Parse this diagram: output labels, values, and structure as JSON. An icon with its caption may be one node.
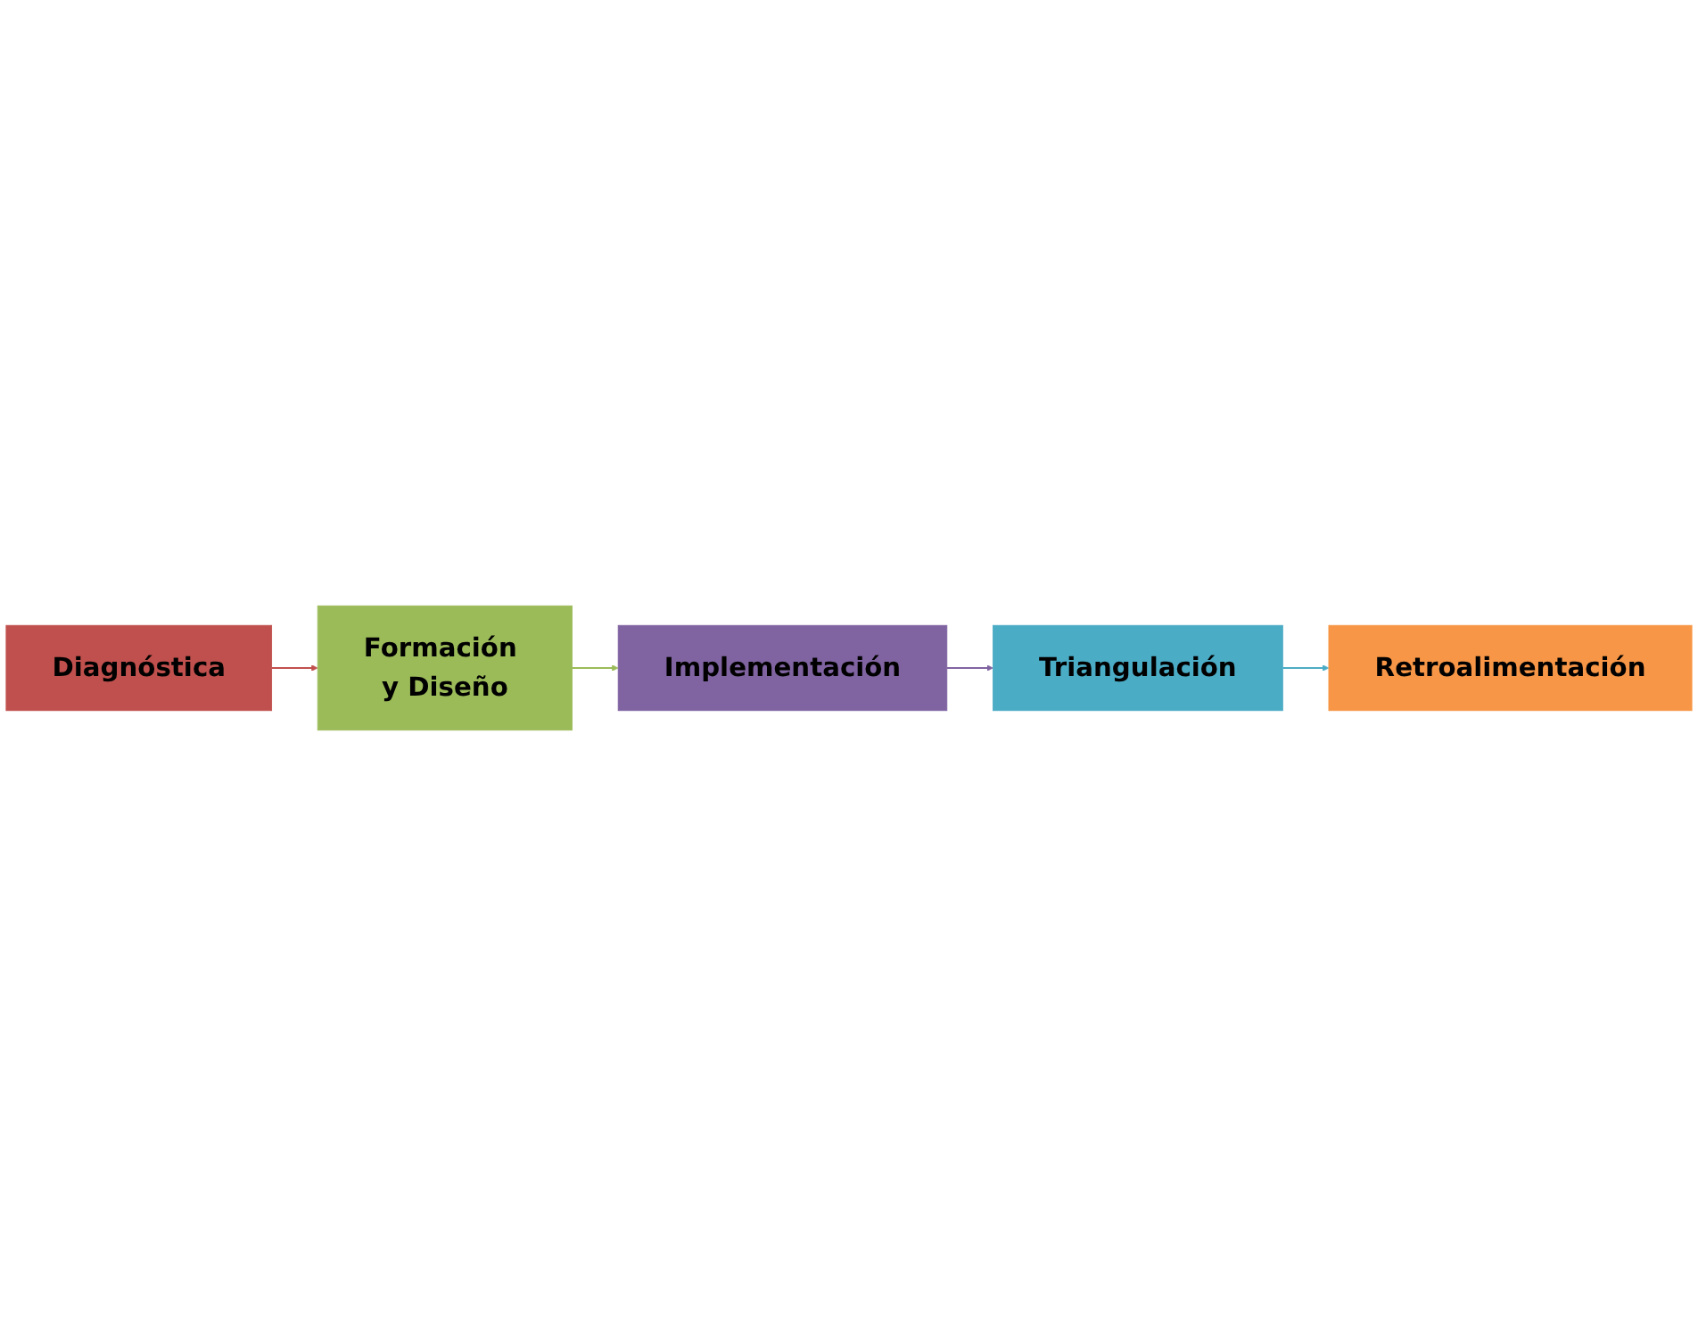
{
  "diagram": {
    "nodes": [
      {
        "text": [
          "Diagnóstica"
        ]
      },
      {
        "text": [
          "Formación y Diseño"
        ]
      },
      {
        "text": [
          "Implementación"
        ]
      },
      {
        "text": [
          "Triangulación"
        ]
      },
      {
        "text": [
          "Retroalimentación"
        ]
      }
    ],
    "edges": [
      {
        "from": 0,
        "to": 1,
        "arrow": "to",
        "color": "#c0504d"
      },
      {
        "from": 1,
        "to": 2,
        "arrow": "to",
        "color": "#9bbb59"
      },
      {
        "from": 2,
        "to": 3,
        "arrow": "to",
        "color": "#8064a2"
      },
      {
        "from": 3,
        "to": 4,
        "arrow": "to",
        "color": "#4bacc6"
      }
    ]
  }
}
